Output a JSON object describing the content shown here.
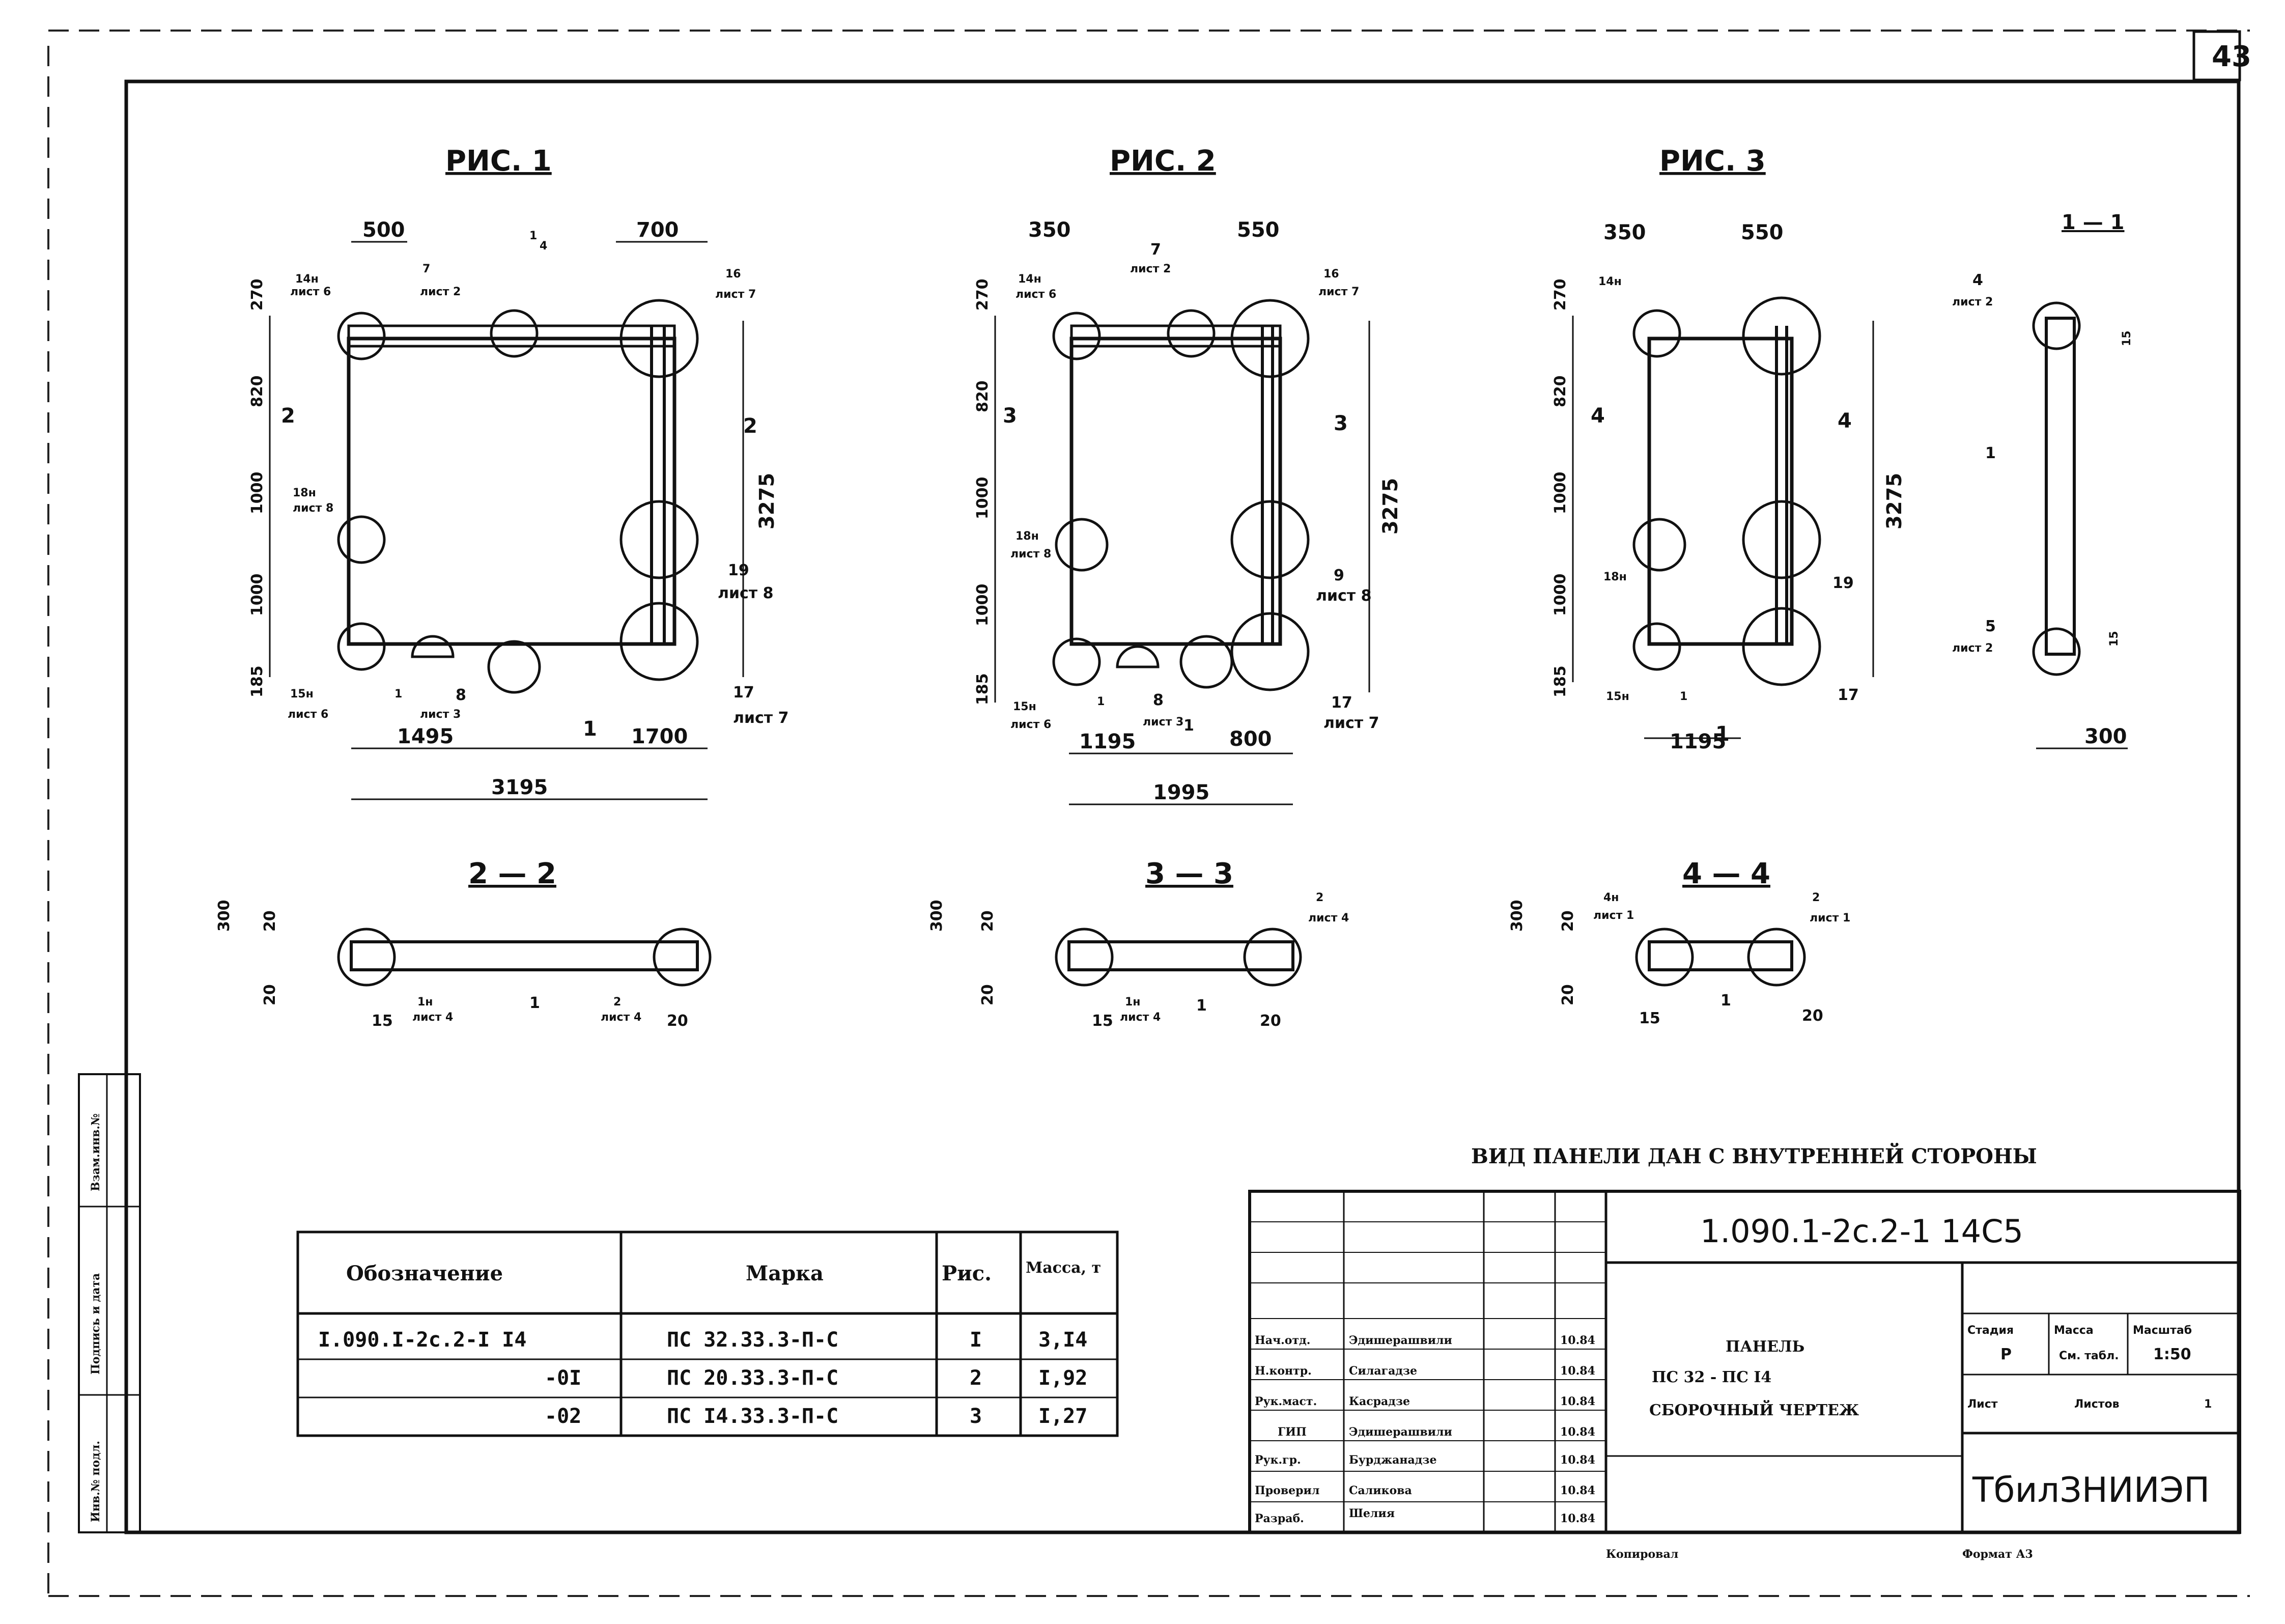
{
  "sheet_number": "43",
  "figures": [
    {
      "title": "РИС. 1",
      "id": "fig1"
    },
    {
      "title": "РИС. 2",
      "id": "fig2"
    },
    {
      "title": "РИС. 3",
      "id": "fig3"
    }
  ],
  "section_titles": {
    "s11": "1 — 1",
    "s22": "2 — 2",
    "s33": "3 — 3",
    "s44": "4 — 4"
  },
  "fig1": {
    "top_dims": [
      "500",
      "700"
    ],
    "left_dims": [
      "270",
      "820",
      "1000",
      "1000",
      "185"
    ],
    "right_dim": "3275",
    "bottom_dims": [
      "1495",
      "1700"
    ],
    "total": "3195",
    "labels": [
      "14н",
      "лист 6",
      "7",
      "лист 2",
      "4",
      "16",
      "лист 7",
      "2",
      "2",
      "18н",
      "лист 8",
      "19",
      "лист 8",
      "15н",
      "лист 6",
      "1",
      "8",
      "лист 3",
      "1",
      "17",
      "лист 7",
      "1"
    ]
  },
  "fig2": {
    "top_dims": [
      "350",
      "550"
    ],
    "left_dims": [
      "270",
      "820",
      "1000",
      "1000",
      "185"
    ],
    "right_dim": "3275",
    "bottom_dims": [
      "1195",
      "800"
    ],
    "total": "1995",
    "labels": [
      "14н",
      "лист 6",
      "7",
      "лист 2",
      "16",
      "лист 7",
      "3",
      "3",
      "18н",
      "лист 8",
      "9",
      "лист 8",
      "15н",
      "лист 6",
      "1",
      "8",
      "лист 3",
      "1",
      "17",
      "лист 7"
    ]
  },
  "fig3": {
    "top_dims": [
      "350",
      "550"
    ],
    "left_dims": [
      "270",
      "820",
      "1000",
      "1000",
      "185"
    ],
    "right_dim": "3275",
    "bottom_dims": [
      "1195"
    ],
    "labels": [
      "14н",
      "4",
      "4",
      "18н",
      "19",
      "15н",
      "1",
      "1",
      "17"
    ]
  },
  "sec11": {
    "labels": [
      "4",
      "лист 2",
      "1",
      "5",
      "лист 2"
    ],
    "dims": [
      "15",
      "15",
      "300"
    ]
  },
  "sec22": {
    "labels": [
      "1н",
      "лист 4",
      "1",
      "2",
      "лист 4"
    ],
    "dims": [
      "300",
      "20",
      "20",
      "15",
      "20"
    ]
  },
  "sec33": {
    "labels": [
      "2",
      "лист 4",
      "1н",
      "лист 4",
      "1"
    ],
    "dims": [
      "300",
      "20",
      "20",
      "15",
      "20"
    ]
  },
  "sec44": {
    "labels": [
      "4н",
      "лист 1",
      "2",
      "лист 1",
      "1"
    ],
    "dims": [
      "300",
      "20",
      "20",
      "15",
      "20"
    ]
  },
  "note": "ВИД ПАНЕЛИ ДАН С ВНУТРЕННЕЙ СТОРОНЫ",
  "spec_table": {
    "headers": [
      "Обозначение",
      "Марка",
      "Рис.",
      "Масса, т"
    ],
    "rows": [
      [
        "I.090.I-2с.2-I I4",
        "ПС 32.33.3-П-С",
        "I",
        "3,I4"
      ],
      [
        "-0I",
        "ПС 20.33.3-П-С",
        "2",
        "I,92"
      ],
      [
        "-02",
        "ПС I4.33.3-П-С",
        "3",
        "I,27"
      ]
    ]
  },
  "side_stamp": [
    "Взам.инв.№",
    "Подпись и дата",
    "Инв.№ подл."
  ],
  "title_block": {
    "code": "1.090.1-2с.2-1 14С5",
    "title_lines": [
      "ПАНЕЛЬ",
      "ПС 32 - ПС I4",
      "СБОРОЧНЫЙ ЧЕРТЕЖ"
    ],
    "signatures": [
      {
        "role": "Нач.отд.",
        "name": "Эдишерашвили",
        "date": "10.84"
      },
      {
        "role": "Н.контр.",
        "name": "Силагадзе",
        "date": "10.84"
      },
      {
        "role": "Рук.маст.",
        "name": "Касрадзе",
        "date": "10.84"
      },
      {
        "role": "ГИП",
        "name": "Эдишерашвили",
        "date": "10.84"
      },
      {
        "role": "Рук.гр.",
        "name": "Бурджанадзе",
        "date": "10.84"
      },
      {
        "role": "Проверил",
        "name": "Саликова",
        "date": "10.84"
      },
      {
        "role": "Разраб.",
        "name": "Шелия",
        "date": "10.84"
      }
    ],
    "stage_header": "Стадия",
    "mass_header": "Масса",
    "scale_header": "Масштаб",
    "stage": "Р",
    "mass": "См. табл.",
    "scale": "1:50",
    "sheet_label": "Лист",
    "sheets_label": "Листов",
    "sheets_value": "1",
    "org": "ТбилЗНИИЭП"
  },
  "footer": {
    "copied": "Копировал",
    "format": "Формат А3"
  }
}
